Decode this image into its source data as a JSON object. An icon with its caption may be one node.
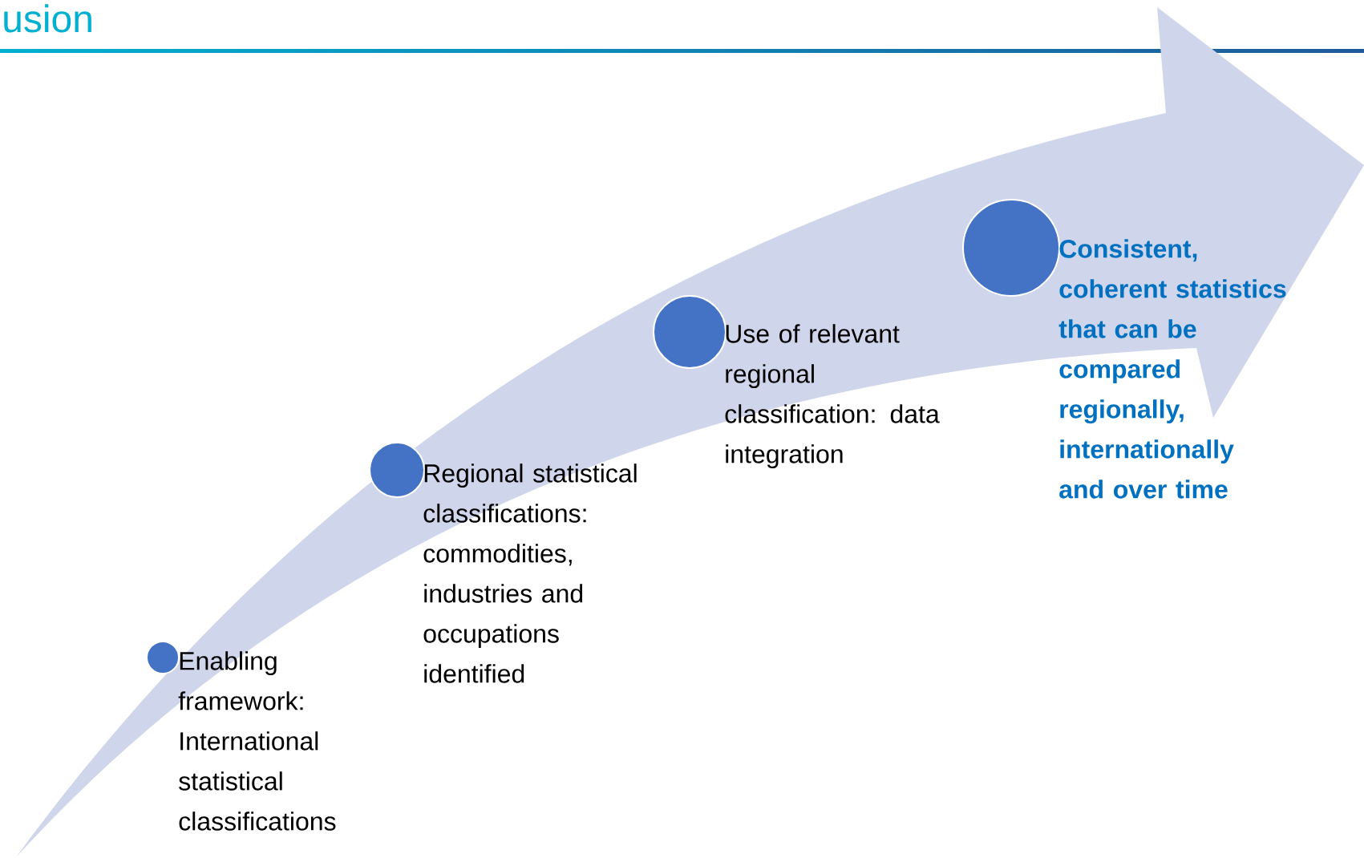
{
  "diagram": {
    "title": "usion",
    "nodes": [
      {
        "text": [],
        "shape": "circle",
        "beside": [
          "Enabling framework: International statistical classifications"
        ]
      },
      {
        "text": [],
        "shape": "circle",
        "beside": [
          "Regional statistical classifications: commodities, industries and occupations identified"
        ]
      },
      {
        "text": [],
        "shape": "circle",
        "beside": [
          "Use of relevant regional classification: data integration"
        ]
      },
      {
        "text": [],
        "shape": "circle",
        "beside": [
          "Consistent, coherent statistics that can be compared regionally, internationally and over time"
        ]
      }
    ]
  }
}
